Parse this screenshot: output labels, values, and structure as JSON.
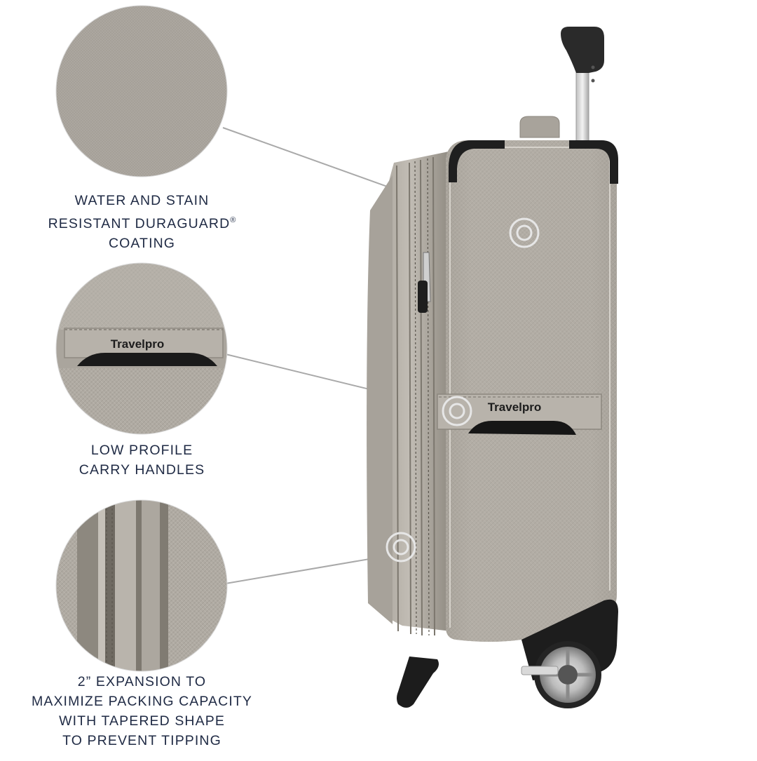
{
  "features": [
    {
      "lines": [
        "WATER AND STAIN",
        "RESISTANT DURAGUARD",
        "COATING"
      ],
      "registered_mark": "®"
    },
    {
      "lines": [
        "LOW PROFILE",
        "CARRY HANDLES"
      ]
    },
    {
      "lines": [
        "2” EXPANSION TO",
        "MAXIMIZE PACKING CAPACITY",
        "WITH TAPERED SHAPE",
        "TO PREVENT TIPPING"
      ]
    }
  ],
  "brand": {
    "handle_logo": "Travelpro",
    "zoom_logo": "Travelpro"
  },
  "colors": {
    "caption_text": "#1f2a44",
    "fabric": "#b3aea6",
    "fabric_dark": "#8f8a82",
    "callout_line": "#a9a9a9"
  }
}
